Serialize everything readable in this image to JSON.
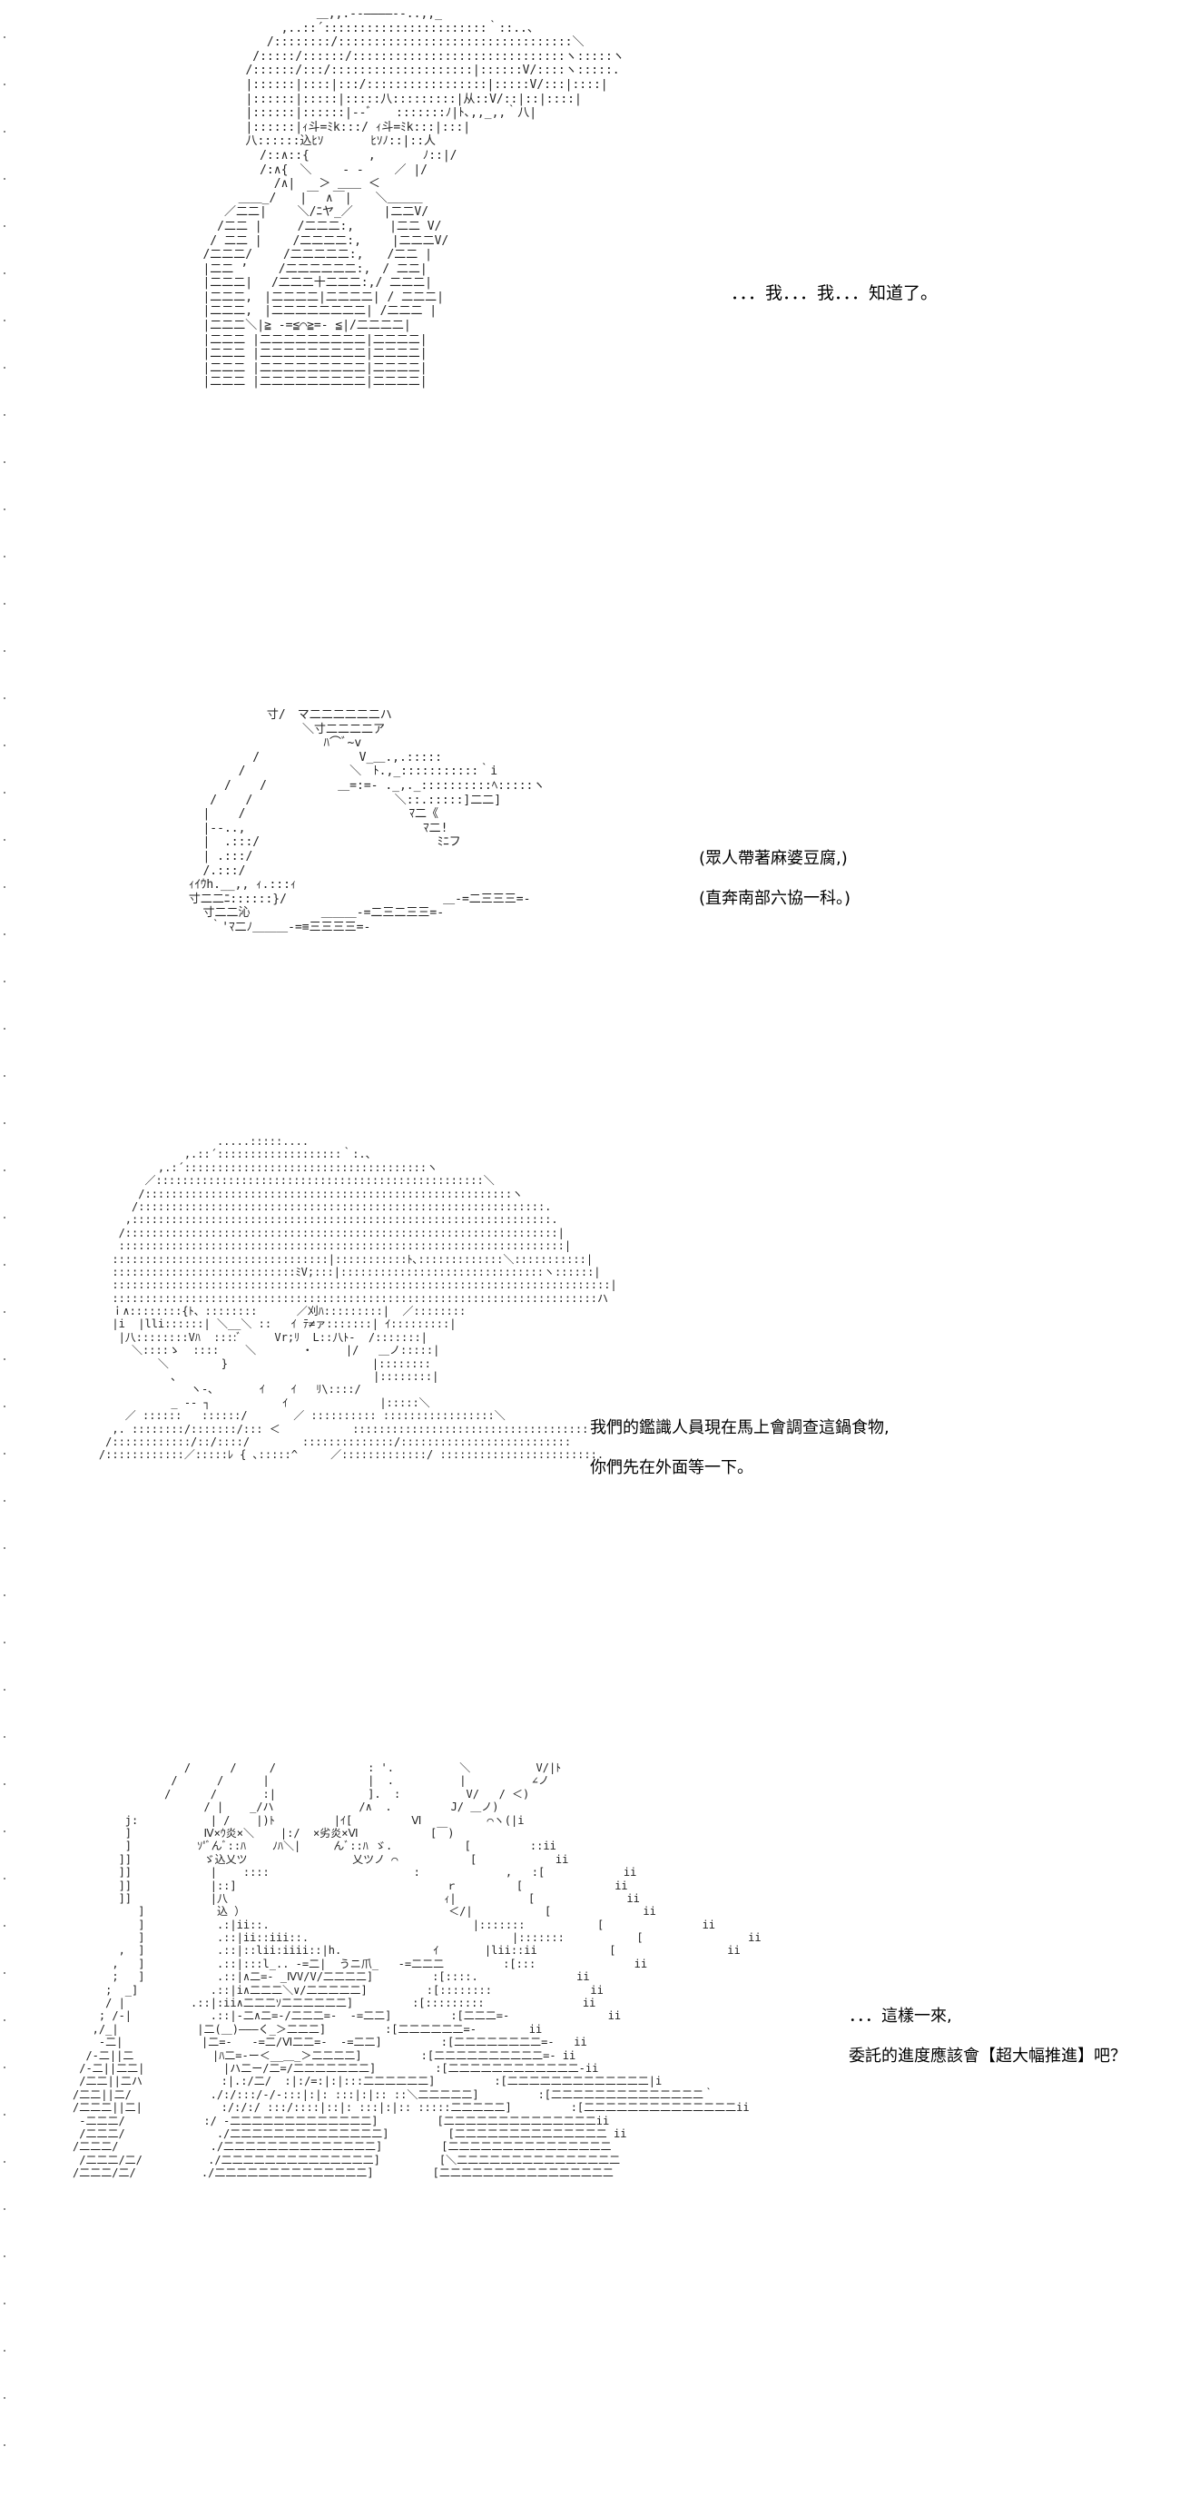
{
  "panels": [
    {
      "dialog": [
        "．．．我．．．我．．．知道了。"
      ]
    },
    {
      "dialog": [
        "(眾人帶著麻婆豆腐,)",
        "(直奔南部六協一科。)"
      ]
    },
    {
      "dialog": [
        "我們的鑑識人員現在馬上會調查這鍋食物,",
        "你們先在外面等一下。"
      ]
    },
    {
      "dialog": [
        "．．．這樣一來,",
        "委託的進度應該會【超大幅推進】吧？"
      ]
    }
  ],
  "colors": {
    "background": "#ffffff",
    "text": "#000000",
    "art": "#222222"
  }
}
